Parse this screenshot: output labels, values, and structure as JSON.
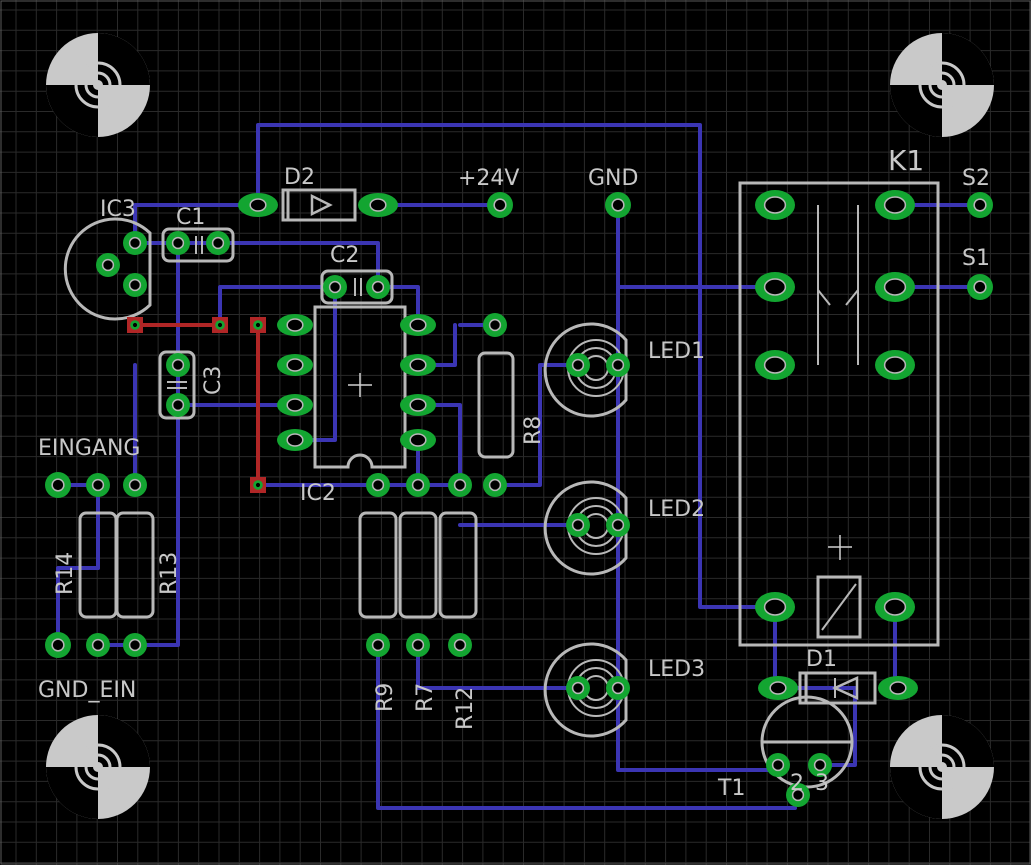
{
  "board": {
    "background_color": "#000000",
    "grid_color": "#2a2a2a",
    "trace_color": "#3b35b3",
    "pad_color": "#13a531",
    "silk_color": "#b8b8b8",
    "bridge_color": "#b02626"
  },
  "labels": {
    "plus24v": "+24V",
    "gnd": "GND",
    "k1": "K1",
    "s2": "S2",
    "s1": "S1",
    "d2": "D2",
    "ic3": "IC3",
    "c1": "C1",
    "c2": "C2",
    "c3": "C3",
    "led1": "LED1",
    "led2": "LED2",
    "led3": "LED3",
    "r8": "R8",
    "eingang": "EINGANG",
    "r14": "R14",
    "r13": "R13",
    "ic2": "IC2",
    "r9": "R9",
    "r7": "R7",
    "r12": "R12",
    "gnd_ein": "GND_EIN",
    "d1": "D1",
    "t1": "T1",
    "t1_pin2": "2",
    "t1_pin3": "3"
  }
}
